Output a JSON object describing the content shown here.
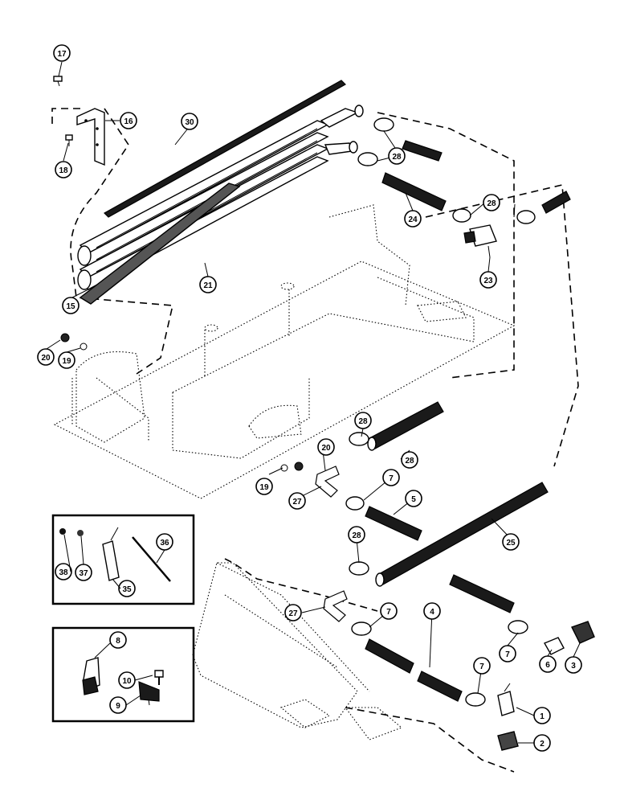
{
  "callouts": [
    {
      "id": "c17",
      "label": "17"
    },
    {
      "id": "c16",
      "label": "16"
    },
    {
      "id": "c18",
      "label": "18"
    },
    {
      "id": "c30",
      "label": "30"
    },
    {
      "id": "c28a",
      "label": "28"
    },
    {
      "id": "c28b",
      "label": "28"
    },
    {
      "id": "c24",
      "label": "24"
    },
    {
      "id": "c23",
      "label": "23"
    },
    {
      "id": "c21",
      "label": "21"
    },
    {
      "id": "c15",
      "label": "15"
    },
    {
      "id": "c20a",
      "label": "20"
    },
    {
      "id": "c19a",
      "label": "19"
    },
    {
      "id": "c28c",
      "label": "28"
    },
    {
      "id": "c28d",
      "label": "28"
    },
    {
      "id": "c20b",
      "label": "20"
    },
    {
      "id": "c19b",
      "label": "19"
    },
    {
      "id": "c27a",
      "label": "27"
    },
    {
      "id": "c7a",
      "label": "7"
    },
    {
      "id": "c5",
      "label": "5"
    },
    {
      "id": "c25",
      "label": "25"
    },
    {
      "id": "c28e",
      "label": "28"
    },
    {
      "id": "c38",
      "label": "38"
    },
    {
      "id": "c37",
      "label": "37"
    },
    {
      "id": "c36",
      "label": "36"
    },
    {
      "id": "c35",
      "label": "35"
    },
    {
      "id": "c27b",
      "label": "27"
    },
    {
      "id": "c7b",
      "label": "7"
    },
    {
      "id": "c4",
      "label": "4"
    },
    {
      "id": "c7c",
      "label": "7"
    },
    {
      "id": "c6",
      "label": "6"
    },
    {
      "id": "c3",
      "label": "3"
    },
    {
      "id": "c7d",
      "label": "7"
    },
    {
      "id": "c1",
      "label": "1"
    },
    {
      "id": "c2",
      "label": "2"
    },
    {
      "id": "c8",
      "label": "8"
    },
    {
      "id": "c10",
      "label": "10"
    },
    {
      "id": "c9",
      "label": "9"
    }
  ]
}
